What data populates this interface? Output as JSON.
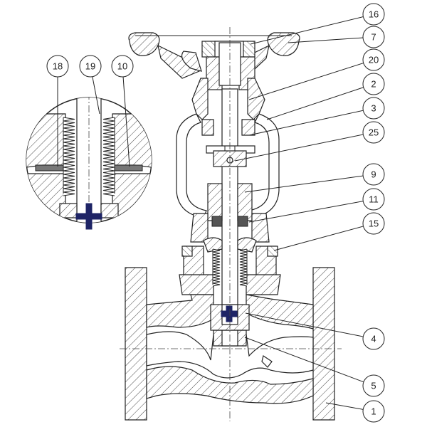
{
  "diagram": {
    "callouts": [
      {
        "id": "16",
        "label": "16"
      },
      {
        "id": "7",
        "label": "7"
      },
      {
        "id": "20",
        "label": "20"
      },
      {
        "id": "2",
        "label": "2"
      },
      {
        "id": "3",
        "label": "3"
      },
      {
        "id": "25",
        "label": "25"
      },
      {
        "id": "9",
        "label": "9"
      },
      {
        "id": "11",
        "label": "11"
      },
      {
        "id": "15",
        "label": "15"
      },
      {
        "id": "4",
        "label": "4"
      },
      {
        "id": "5",
        "label": "5"
      },
      {
        "id": "1",
        "label": "1"
      },
      {
        "id": "18",
        "label": "18"
      },
      {
        "id": "19",
        "label": "19"
      },
      {
        "id": "10",
        "label": "10"
      }
    ],
    "colors": {
      "line": "#222222",
      "marker": "#1e2466",
      "background": "#ffffff"
    }
  }
}
